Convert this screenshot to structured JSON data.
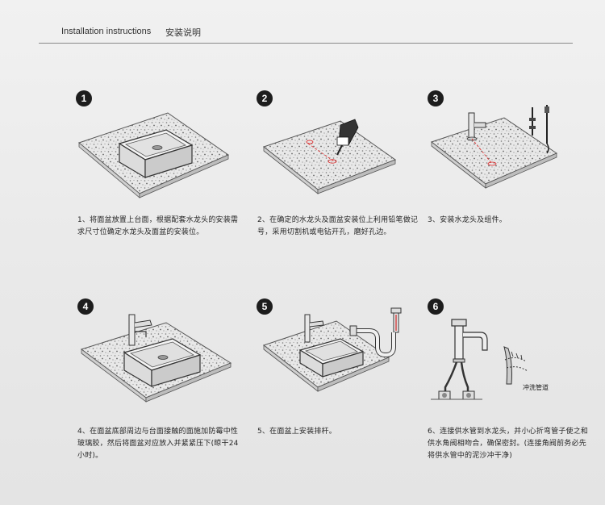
{
  "header": {
    "title_en": "Installation instructions",
    "title_cn": "安装说明"
  },
  "steps": [
    {
      "num": "1",
      "caption": "1、将面盆放置上台面，根据配套水龙头的安装需求尺寸位确定水龙头及面盆的安装位。"
    },
    {
      "num": "2",
      "caption": "2、在确定的水龙头及面盆安装位上利用铅笔做记号，采用切割机或电钻开孔，磨好孔边。"
    },
    {
      "num": "3",
      "caption": "3、安装水龙头及组件。"
    },
    {
      "num": "4",
      "caption": "4、在面盆底部周边与台面接触的面施加防霉中性玻璃胶，然后将面盆对应放入并紧紧压下(晾干24小时)。"
    },
    {
      "num": "5",
      "caption": "5、在面盆上安装排杆。"
    },
    {
      "num": "6",
      "caption": "6、连接供水管到水龙头，并小心折弯管子使之和供水角阀相吻合，确保密封。(连接角阀前务必先将供水管中的泥沙冲干净)",
      "label": "冲洗管道"
    }
  ]
}
